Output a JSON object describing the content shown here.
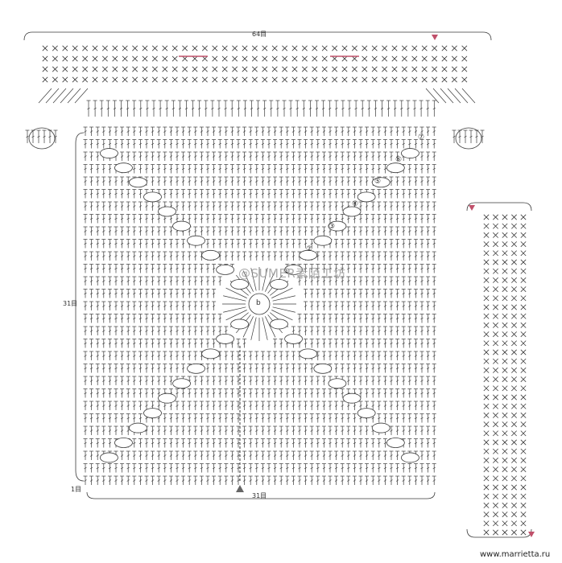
{
  "diagram": {
    "labels": {
      "top_width": "64目",
      "side_height": "31目",
      "bottom_width": "31目",
      "start_row": "1目"
    },
    "round_numbers": [
      "①",
      "②",
      "③",
      "④",
      "⑤",
      "⑥",
      "⑦"
    ],
    "center_mark": "b",
    "watermark": "@SUMER素陌工坊",
    "credit": "www.marrietta.ru"
  },
  "colors": {
    "stitch": "#3a3a3a",
    "accent": "#c0506a",
    "background": "#ffffff"
  }
}
